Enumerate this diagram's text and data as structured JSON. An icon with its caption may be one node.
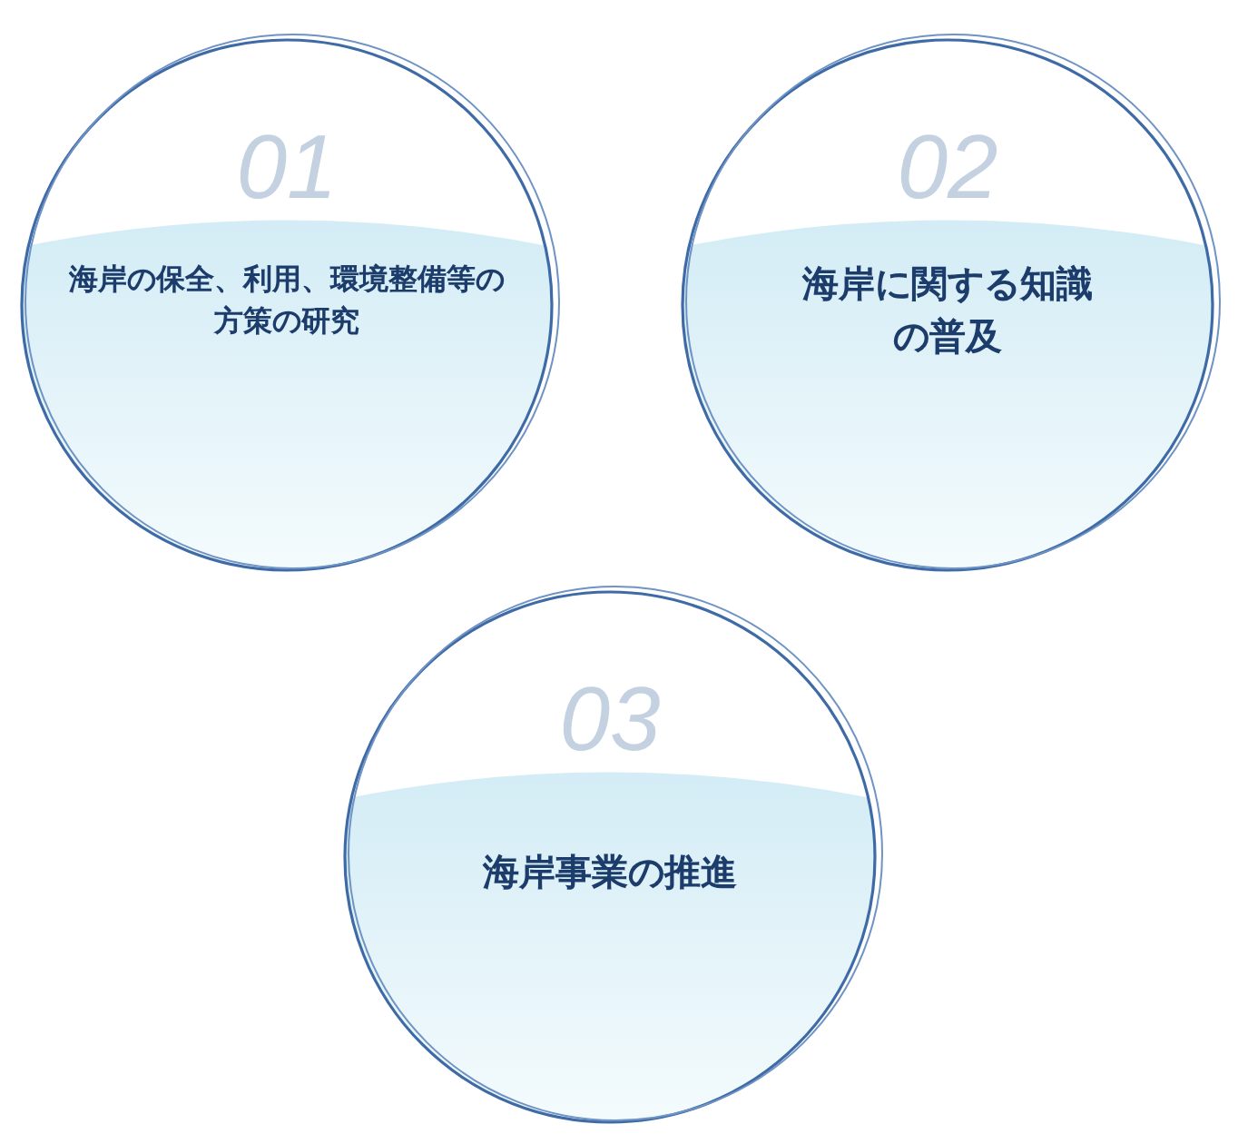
{
  "diagram": {
    "nodes": [
      {
        "text": [
          "01",
          "海岸の保全、利用、環境整備等の方策の研究"
        ]
      },
      {
        "text": [
          "02",
          "海岸に関する知識の普及"
        ]
      },
      {
        "text": [
          "03",
          "海岸事業の推進"
        ]
      }
    ]
  }
}
